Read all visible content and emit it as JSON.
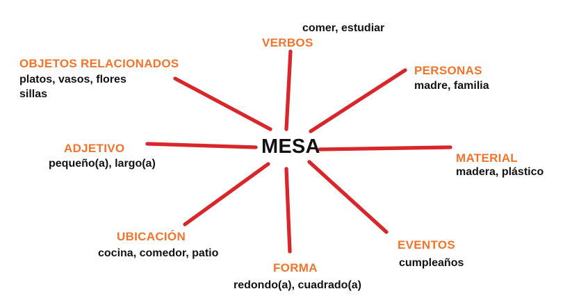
{
  "center": {
    "word": "MESA"
  },
  "branches": [
    {
      "id": "verbos",
      "label": "VERBOS",
      "examples": "comer, estudiar"
    },
    {
      "id": "personas",
      "label": "PERSONAS",
      "examples": "madre, familia"
    },
    {
      "id": "material",
      "label": "MATERIAL",
      "examples": "madera, plástico"
    },
    {
      "id": "eventos",
      "label": "EVENTOS",
      "examples": "cumpleaños"
    },
    {
      "id": "forma",
      "label": "FORMA",
      "examples": "redondo(a), cuadrado(a)"
    },
    {
      "id": "ubicacion",
      "label": "UBICACIÓN",
      "examples": "cocina, comedor, patio"
    },
    {
      "id": "adjetivo",
      "label": "ADJETIVO",
      "examples": "pequeño(a), largo(a)"
    },
    {
      "id": "objetos",
      "label": "OBJETOS RELACIONADOS",
      "examples_line1": "platos, vasos, flores",
      "examples_line2": "sillas"
    }
  ],
  "colors": {
    "heading": "#F3732B",
    "connector": "#D8262B",
    "text": "#121212",
    "background": "#FFFFFF"
  }
}
